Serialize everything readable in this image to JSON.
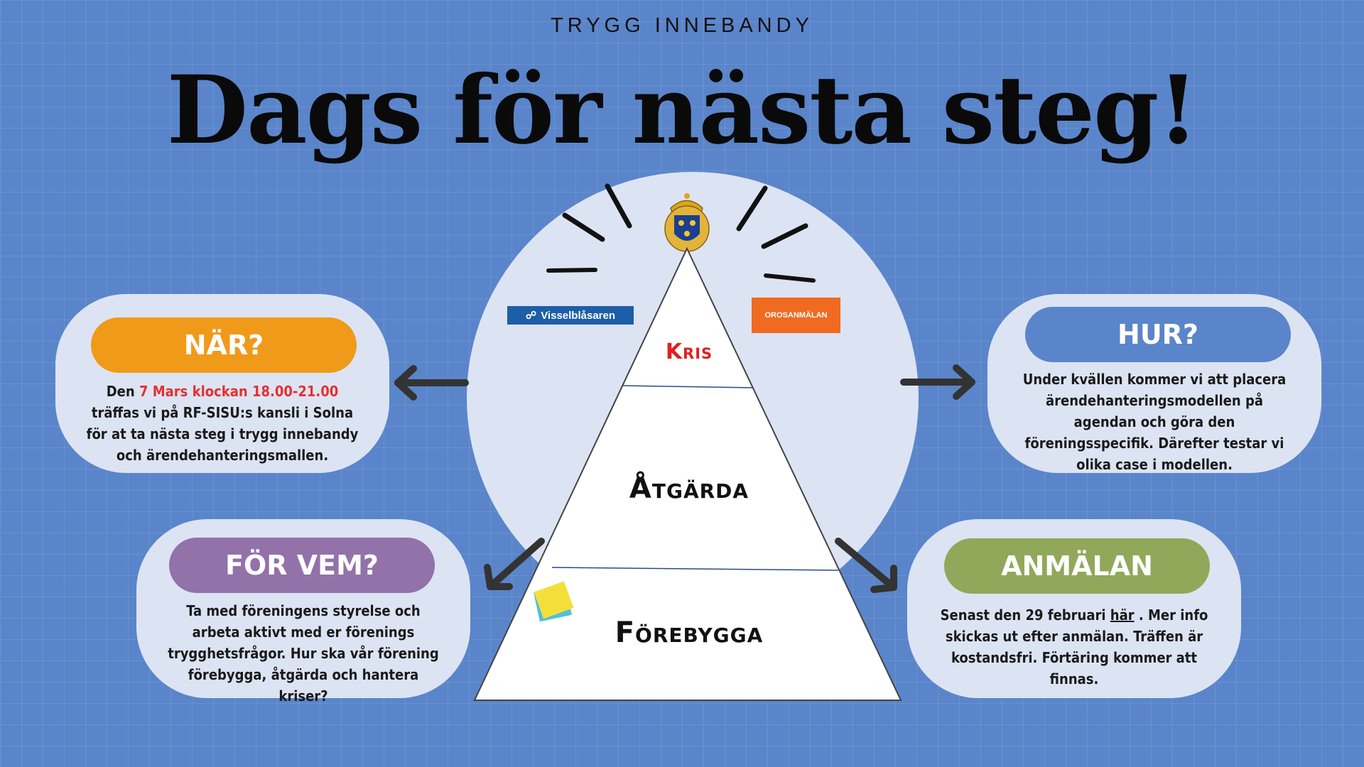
{
  "header": {
    "supertitle": "TRYGG INNEBANDY",
    "title": "Dags för nästa steg!"
  },
  "pyramid": {
    "levels": [
      "Kris",
      "Åtgärda",
      "Förebygga"
    ]
  },
  "logos": {
    "visselblasaren": "Visselblåsaren",
    "orosanmalan": "OROSANMÄLAN",
    "crest_icon": "swedish-police-crest-icon"
  },
  "cards": {
    "nar": {
      "heading": "NÄR?",
      "text_before": "Den",
      "highlight": "7 Mars klockan 18.00-21.00",
      "text_after": "träffas vi på RF-SISU:s kansli i Solna för at ta nästa steg i trygg innebandy och ärendehanteringsmallen.",
      "color": "#f09a1a"
    },
    "hur": {
      "heading": "HUR?",
      "text": "Under kvällen kommer vi att placera ärendehanteringsmodellen på agendan och göra den föreningsspecifik. Därefter testar vi olika case i modellen.",
      "color": "#5a85ca"
    },
    "for_vem": {
      "heading": "FÖR VEM?",
      "text": "Ta med föreningens styrelse och arbeta aktivt med er förenings trygghetsfrågor. Hur ska vår förening förebygga, åtgärda och hantera kriser?",
      "color": "#9272a8"
    },
    "anmalan": {
      "heading": "ANMÄLAN",
      "text_before": "Senast den 29 februari",
      "link": "här",
      "text_after": ". Mer info skickas ut efter anmälan. Träffen är kostandsfri. Förtäring kommer att finnas.",
      "color": "#91a85a"
    }
  },
  "colors": {
    "background": "#5a85ca",
    "card": "#dce4f3",
    "kris_text": "#e02020",
    "arrow": "#333333"
  }
}
